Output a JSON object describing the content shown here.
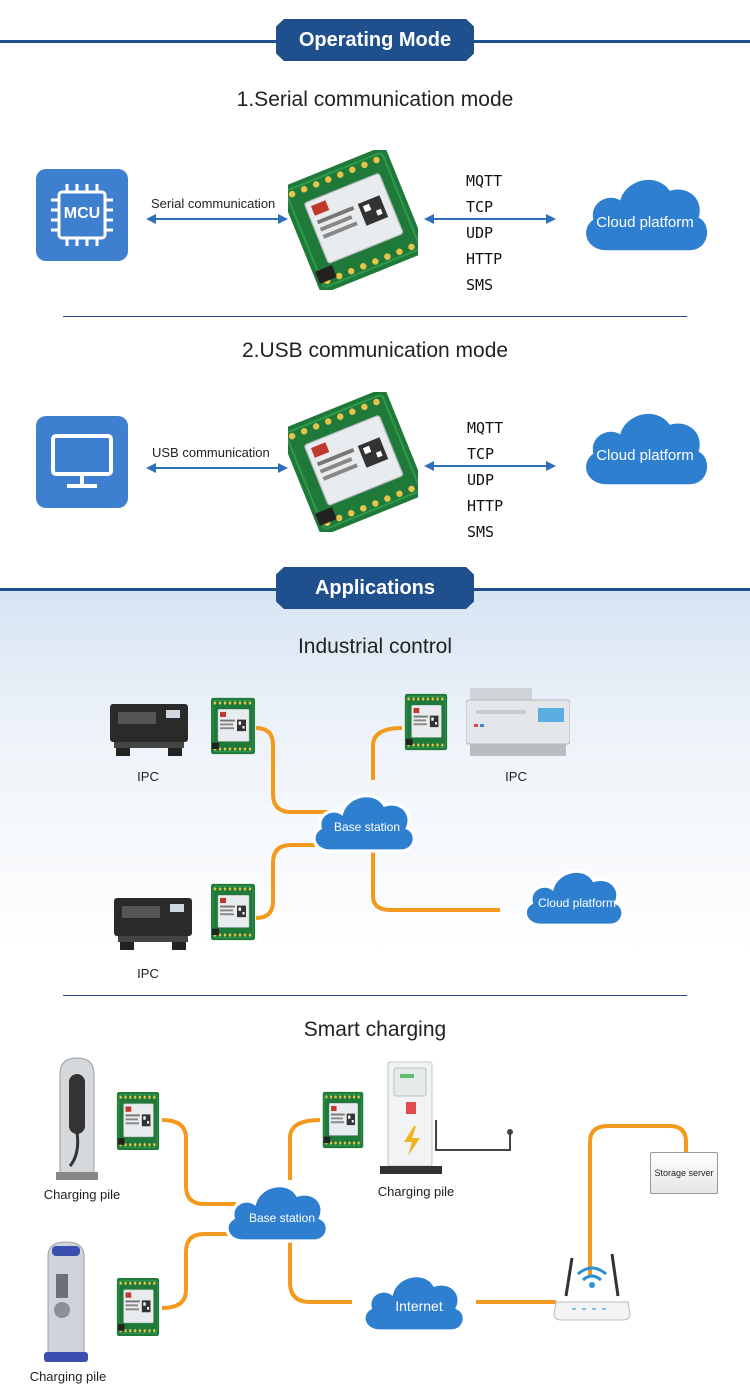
{
  "operating": {
    "banner": "Operating Mode",
    "mode1": {
      "title": "1.Serial communication mode",
      "device_icon_text": "MCU",
      "link_label": "Serial communication",
      "protocols": [
        "MQTT",
        "TCP",
        "UDP",
        "HTTP",
        "SMS"
      ],
      "cloud_label": "Cloud platform"
    },
    "mode2": {
      "title": "2.USB communication mode",
      "link_label": "USB communication",
      "protocols": [
        "MQTT",
        "TCP",
        "UDP",
        "HTTP",
        "SMS"
      ],
      "cloud_label": "Cloud platform"
    }
  },
  "applications": {
    "banner": "Applications",
    "industrial": {
      "title": "Industrial control",
      "ipc_labels": [
        "IPC",
        "IPC",
        "IPC"
      ],
      "base_station": "Base station",
      "cloud_platform": "Cloud platform"
    },
    "charging": {
      "title": "Smart charging",
      "pile_labels": [
        "Charging pile",
        "Charging pile",
        "Charging pile"
      ],
      "base_station": "Base station",
      "internet": "Internet",
      "storage_server": "Storage server"
    }
  },
  "colors": {
    "brand_blue": "#1f4f8c",
    "tile_blue": "#3f7fd0",
    "cloud_blue": "#2f7fd0",
    "wire_orange": "#f39a1e",
    "pcb_green": "#1f7a3a"
  }
}
